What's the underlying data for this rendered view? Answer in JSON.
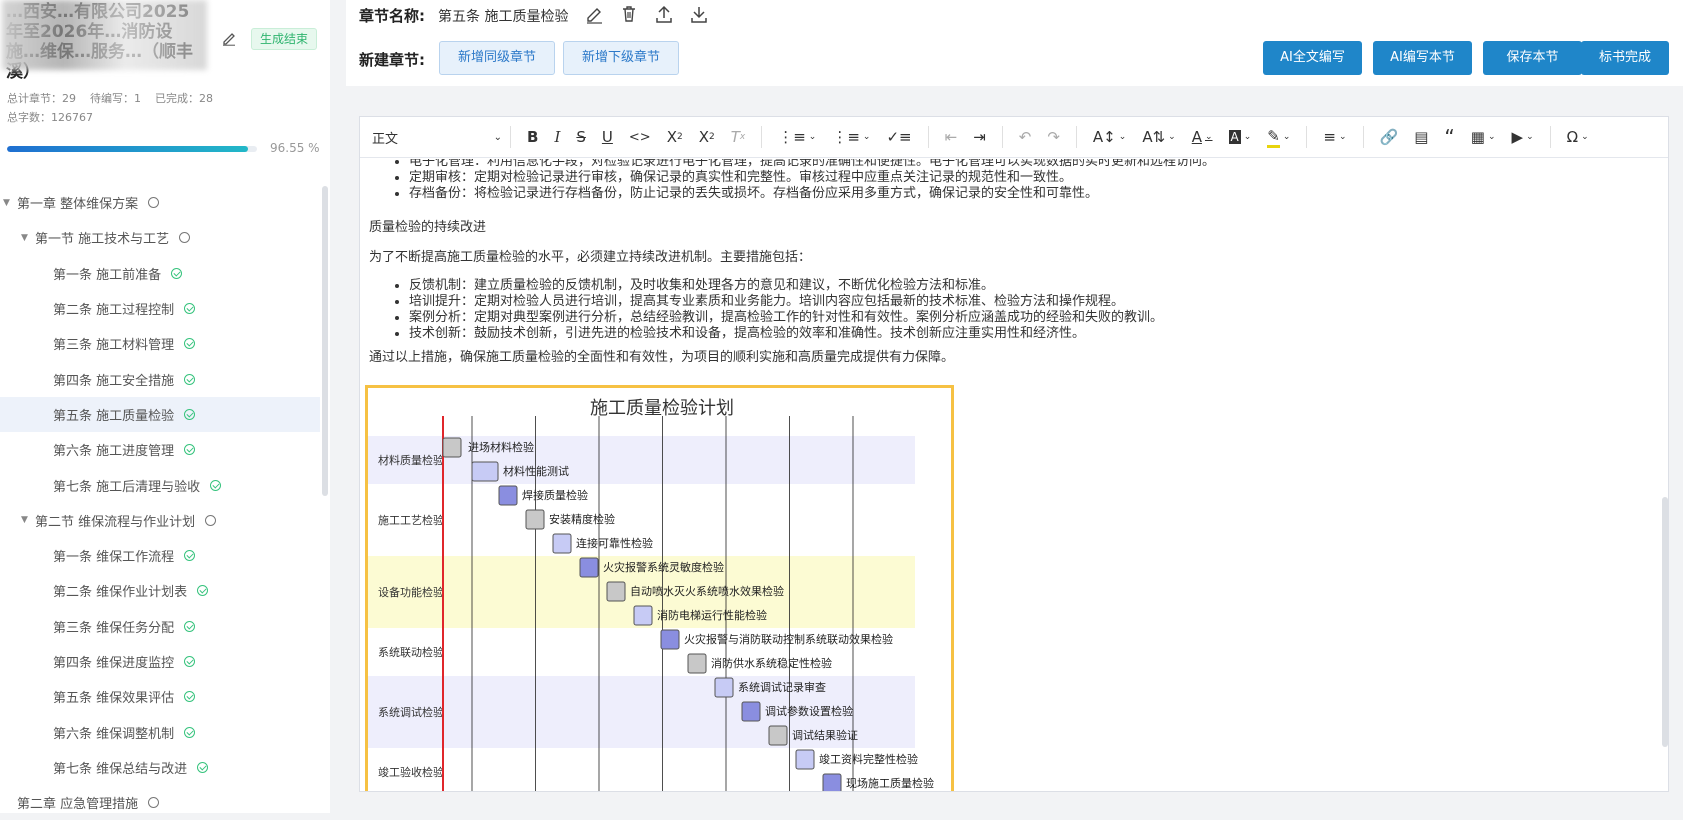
{
  "sidebar": {
    "project_title": "…西安…有限公司2025年至2026年…消防设施…维保…服务…（顺丰溪）",
    "generation_badge": "生成结束",
    "stats": {
      "total": "总计章节：29",
      "pending": "待编写：1",
      "completed": "已完成：28",
      "words": "总字数：126767"
    },
    "progress_text": "96.55 %",
    "progress_percent": 96.55,
    "tree": [
      {
        "label": "第一章 整体维保方案",
        "level": 0,
        "status": "pending",
        "expanded": true
      },
      {
        "label": "第一节 施工技术与工艺",
        "level": 1,
        "status": "pending",
        "expanded": true
      },
      {
        "label": "第一条 施工前准备",
        "level": 2,
        "status": "done"
      },
      {
        "label": "第二条 施工过程控制",
        "level": 2,
        "status": "done"
      },
      {
        "label": "第三条 施工材料管理",
        "level": 2,
        "status": "done"
      },
      {
        "label": "第四条 施工安全措施",
        "level": 2,
        "status": "done"
      },
      {
        "label": "第五条 施工质量检验",
        "level": 2,
        "status": "done",
        "active": true
      },
      {
        "label": "第六条 施工进度管理",
        "level": 2,
        "status": "done"
      },
      {
        "label": "第七条 施工后清理与验收",
        "level": 2,
        "status": "done"
      },
      {
        "label": "第二节 维保流程与作业计划",
        "level": 1,
        "status": "pending",
        "expanded": true
      },
      {
        "label": "第一条 维保工作流程",
        "level": 2,
        "status": "done"
      },
      {
        "label": "第二条 维保作业计划表",
        "level": 2,
        "status": "done"
      },
      {
        "label": "第三条 维保任务分配",
        "level": 2,
        "status": "done"
      },
      {
        "label": "第四条 维保进度监控",
        "level": 2,
        "status": "done"
      },
      {
        "label": "第五条 维保效果评估",
        "level": 2,
        "status": "done"
      },
      {
        "label": "第六条 维保调整机制",
        "level": 2,
        "status": "done"
      },
      {
        "label": "第七条 维保总结与改进",
        "level": 2,
        "status": "done"
      },
      {
        "label": "第二章 应急管理措施",
        "level": 0,
        "status": "pending"
      }
    ]
  },
  "header": {
    "chapter_label": "章节名称:",
    "chapter_name": "第五条 施工质量检验",
    "new_chapter_label": "新建章节:",
    "add_sibling": "新增同级章节",
    "add_child": "新增下级章节",
    "ai_full": "AI全文编写",
    "ai_section": "AI编写本节",
    "save_section": "保存本节",
    "mark_done": "标书完成"
  },
  "toolbar": {
    "paragraph_style": "正文"
  },
  "content": {
    "list1": [
      "电子化管理：利用信息化手段，对检验记录进行电子化管理，提高记录的准确性和便捷性。电子化管理可以实现数据的实时更新和远程访问。",
      "定期审核：定期对检验记录进行审核，确保记录的真实性和完整性。审核过程中应重点关注记录的规范性和一致性。",
      "存档备份：将检验记录进行存档备份，防止记录的丢失或损坏。存档备份应采用多重方式，确保记录的安全性和可靠性。"
    ],
    "heading": "质量检验的持续改进",
    "intro": "为了不断提高施工质量检验的水平，必须建立持续改进机制。主要措施包括：",
    "list2": [
      "反馈机制：建立质量检验的反馈机制，及时收集和处理各方的意见和建议，不断优化检验方法和标准。",
      "培训提升：定期对检验人员进行培训，提高其专业素质和业务能力。培训内容应包括最新的技术标准、检验方法和操作规程。",
      "案例分析：定期对典型案例进行分析，总结经验教训，提高检验工作的针对性和有效性。案例分析应涵盖成功的经验和失败的教训。",
      "技术创新：鼓励技术创新，引进先进的检验技术和设备，提高检验的效率和准确性。技术创新应注重实用性和经济性。"
    ],
    "conclusion": "通过以上措施，确保施工质量检验的全面性和有效性，为项目的顺利实施和高质量完成提供有力保障。"
  },
  "chart_data": {
    "type": "gantt",
    "title": "施工质量检验计划",
    "sections": [
      {
        "name": "材料质量检验",
        "tasks": [
          "进场材料检验",
          "材料性能测试"
        ]
      },
      {
        "name": "施工工艺检验",
        "tasks": [
          "焊接质量检验",
          "安装精度检验",
          "连接可靠性检验"
        ]
      },
      {
        "name": "设备功能检验",
        "tasks": [
          "火灾报警系统灵敏度检验",
          "自动喷水灭火系统喷水效果检验",
          "消防电梯运行性能检验"
        ]
      },
      {
        "name": "系统联动检验",
        "tasks": [
          "火灾报警与消防联动控制系统联动效果检验",
          "消防供水系统稳定性检验"
        ]
      },
      {
        "name": "系统调试检验",
        "tasks": [
          "系统调试记录审查",
          "调试参数设置检验",
          "调试结果验证"
        ]
      },
      {
        "name": "竣工验收检验",
        "tasks": [
          "竣工资料完整性检验",
          "现场施工质量检验"
        ]
      }
    ],
    "colors": {
      "band_a": "#eeeefc",
      "band_b": "#fcfbd3",
      "task_done": "#c8c8c8",
      "task_active": "#c7cbf5",
      "task_crit": "#8a8ee0",
      "today": "#e0262b",
      "border": "#f6c143"
    }
  }
}
